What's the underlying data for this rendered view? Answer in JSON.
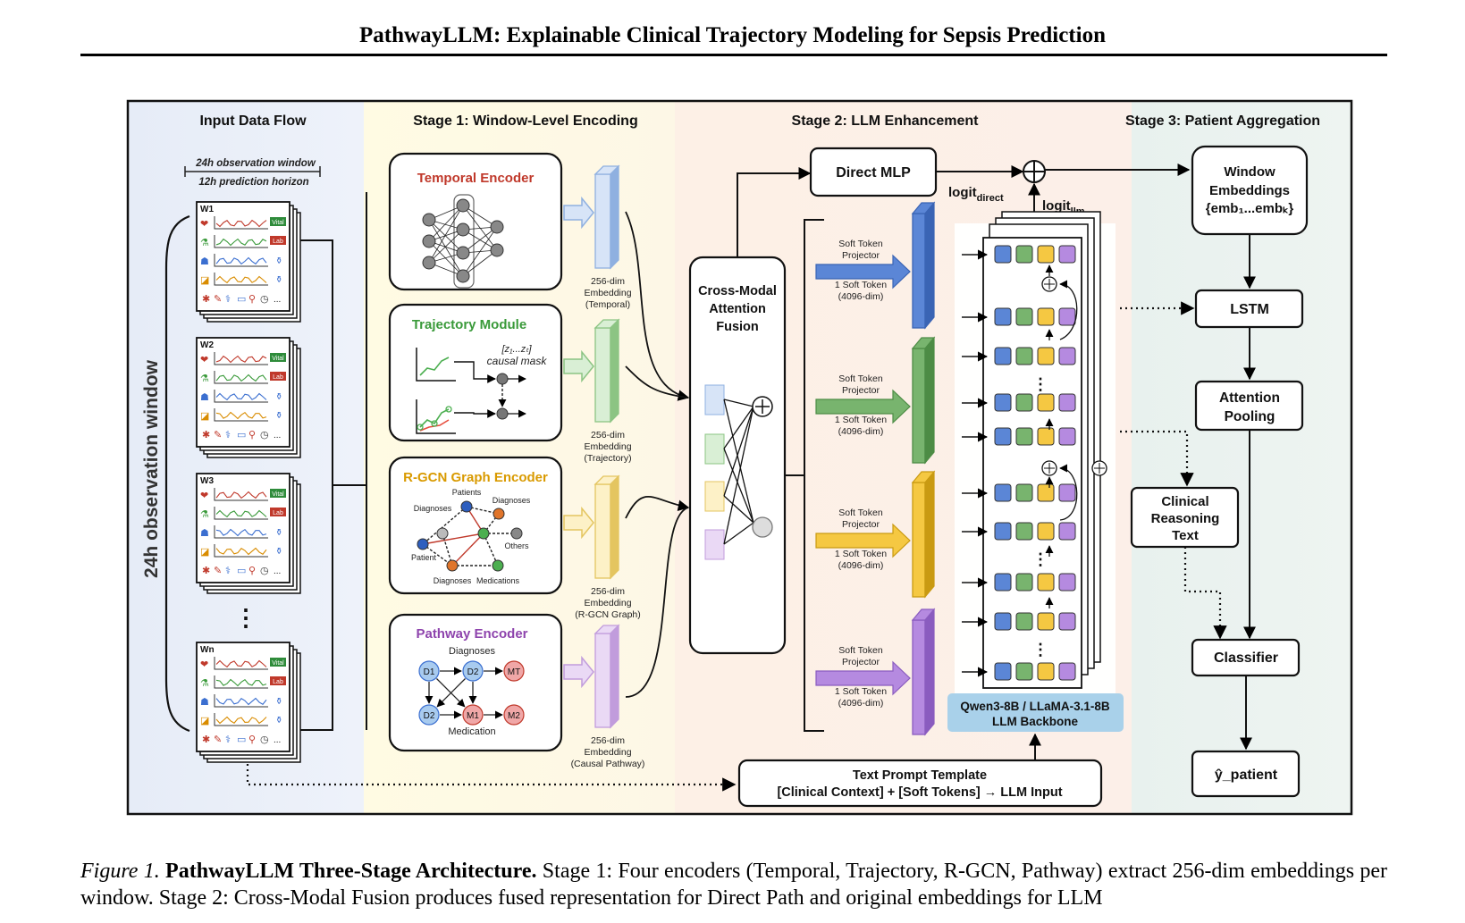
{
  "page": {
    "title": "PathwayLLM: Explainable Clinical Trajectory Modeling for Sepsis Prediction"
  },
  "figure": {
    "sections": {
      "input": "Input Data Flow",
      "stage1": "Stage 1: Window-Level Encoding",
      "stage2": "Stage 2: LLM Enhancement",
      "stage3": "Stage 3: Patient Aggregation"
    },
    "input": {
      "obs_window_small": "24h observation window",
      "prediction_horizon": "12h prediction horizon",
      "obs_window_big": "24h observation window",
      "windows": [
        "W1",
        "W2",
        "W3",
        "Wn"
      ],
      "badge_vital": "Vital",
      "badge_lab": "Lab",
      "ellipsis": "⋮"
    },
    "encoders": {
      "temporal": {
        "title": "Temporal Encoder",
        "emb": [
          "256-dim",
          "Embedding",
          "(Temporal)"
        ]
      },
      "trajectory": {
        "title": "Trajectory Module",
        "seq": "[z₁...zₜ]",
        "mask": "causal mask",
        "emb": [
          "256-dim",
          "Embedding",
          "(Trajectory)"
        ]
      },
      "rgcn": {
        "title": "R-GCN Graph Encoder",
        "labels": [
          "Patients",
          "Diagnoses",
          "Diagnoses",
          "Others",
          "Patient",
          "Diagnoses",
          "Medications"
        ],
        "emb": [
          "256-dim",
          "Embedding",
          "(R-GCN Graph)"
        ]
      },
      "pathway": {
        "title": "Pathway Encoder",
        "top": "Diagnoses",
        "bottom": "Medication",
        "nodes": [
          "D1",
          "D2",
          "MT",
          "D2",
          "M1",
          "M2"
        ],
        "emb": [
          "256-dim",
          "Embedding",
          "(Causal Pathway)"
        ]
      }
    },
    "fusion": {
      "lines": [
        "Cross-Modal",
        "Attention",
        "Fusion"
      ]
    },
    "direct_mlp": "Direct MLP",
    "logit_direct": {
      "base": "logit",
      "sub": "direct"
    },
    "logit_llm": {
      "base": "logit",
      "sub": "llm"
    },
    "projector": {
      "line1": "Soft Token",
      "line2": "Projector",
      "line3": "1 Soft Token",
      "line4": "(4096-dim)"
    },
    "llm_backbone": [
      "Qwen3-8B / LLaMA-3.1-8B",
      "LLM Backbone"
    ],
    "prompt": [
      "Text Prompt Template",
      "[Clinical Context] + [Soft Tokens] → LLM Input"
    ],
    "stage3": {
      "window_emb": [
        "Window",
        "Embeddings",
        "{emb₁...embₖ}"
      ],
      "lstm": "LSTM",
      "attn_pool": [
        "Attention",
        "Pooling"
      ],
      "reasoning": [
        "Clinical",
        "Reasoning",
        "Text"
      ],
      "classifier": "Classifier",
      "output": "ŷ_patient"
    },
    "colors": {
      "temporal": "#c0392b",
      "trajectory": "#3a9a3a",
      "rgcn": "#d99a00",
      "pathway": "#8e44ad",
      "blue_bar": "#5b86d6",
      "green_bar": "#78b46e",
      "yellow_bar": "#f5c842",
      "purple_bar": "#b58ae0"
    }
  },
  "caption": {
    "label": "Figure 1.",
    "heading": "PathwayLLM Three-Stage Architecture.",
    "text": "Stage 1: Four encoders (Temporal, Trajectory, R-GCN, Pathway) extract 256-dim embeddings per window. Stage 2: Cross-Modal Fusion produces fused representation for Direct Path and original embeddings for LLM"
  }
}
